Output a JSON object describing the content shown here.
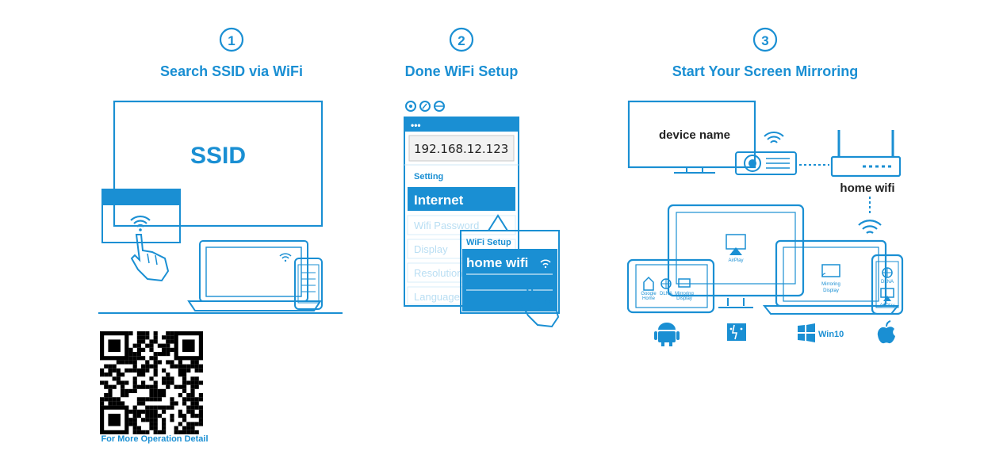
{
  "steps": [
    {
      "number": "①",
      "title": "Search SSID via WiFi"
    },
    {
      "number": "②",
      "title": "Done WiFi Setup"
    },
    {
      "number": "③",
      "title": "Start Your Screen Mirroring"
    }
  ],
  "step1": {
    "screen_label": "SSID"
  },
  "step2": {
    "browser_dots": "•••",
    "ip_address": "192.168.12.123",
    "setting_label": "Setting",
    "menu_items": [
      "Internet",
      "Wifi Password",
      "Display",
      "Resolution",
      "Language"
    ],
    "popup_title": "WiFi Setup",
    "popup_network": "home wifi"
  },
  "step3": {
    "tv_label": "device name",
    "router_label": "home wifi",
    "monitor_label": "AirPlay",
    "laptop_label_1": "Mirroring",
    "laptop_label_2": "Display",
    "tablet_items": [
      {
        "line1": "Google",
        "line2": "Home"
      },
      {
        "line1": "DLNA",
        "line2": ""
      },
      {
        "line1": "Mirroring",
        "line2": "Display"
      }
    ],
    "phone_items": [
      "DLNA",
      "AirPlay"
    ],
    "platforms": [
      "android-icon",
      "mac-finder-icon",
      "windows-icon",
      "apple-icon"
    ],
    "windows_label": "Win10"
  },
  "qr": {
    "caption": "For More Operation Detail"
  },
  "colors": {
    "accent": "#1a8fd3",
    "menu_highlight": "#1a8fd3",
    "text_dark": "#222222"
  }
}
